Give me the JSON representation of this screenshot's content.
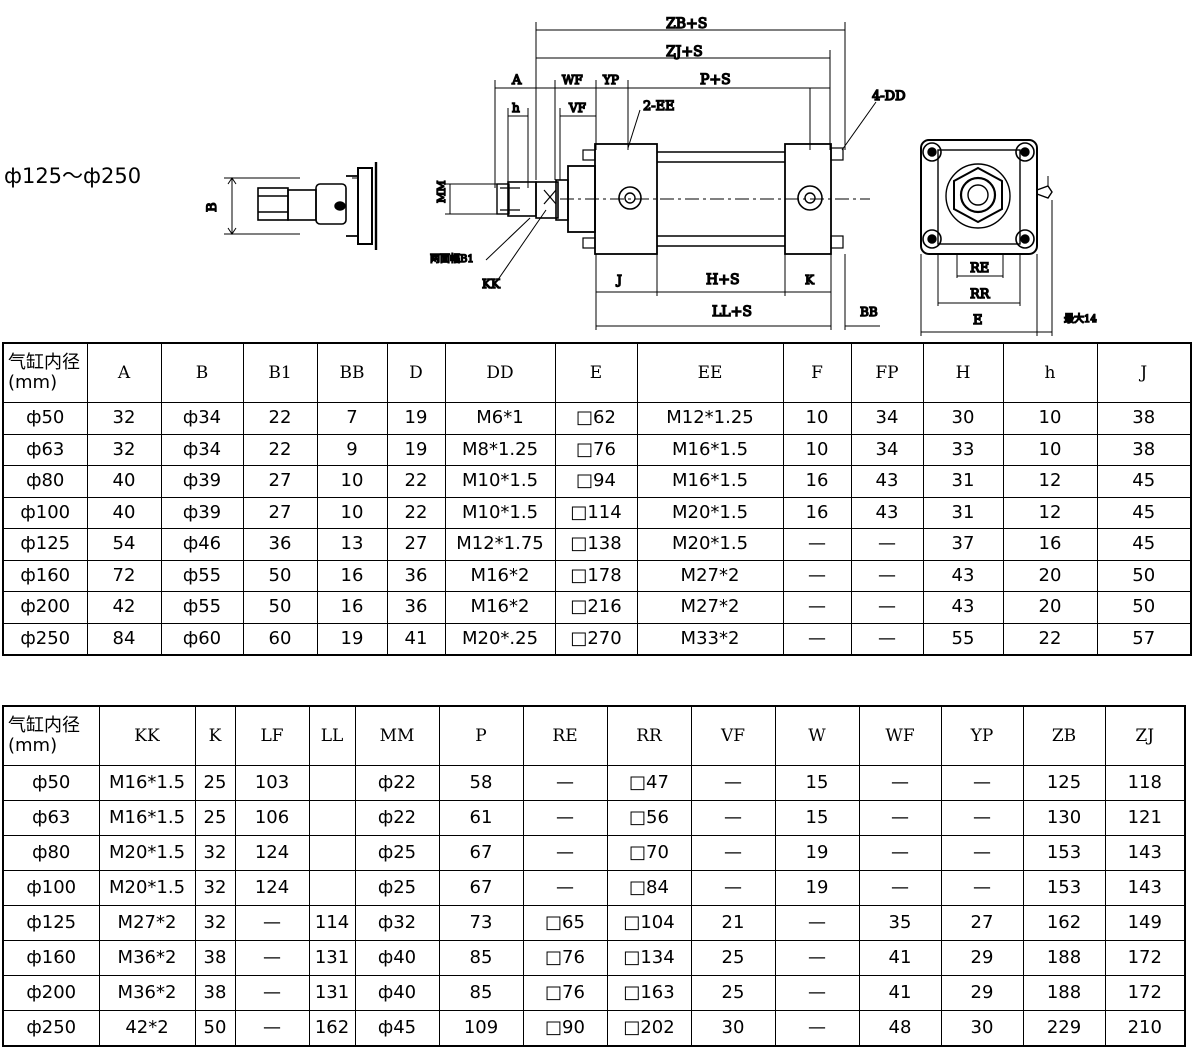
{
  "range_label": "ф125～ф250",
  "drawing_labels": {
    "zb_s": "ZB+S",
    "zj_s": "ZJ+S",
    "a": "A",
    "wf": "WF",
    "yp": "YP",
    "p_s": "P+S",
    "four_dd": "4-DD",
    "h_small": "h",
    "vf": "VF",
    "two_ee": "2-EE",
    "b": "B",
    "mm": "MM",
    "two_face_width": "两面幅B1",
    "kk": "KK",
    "j": "J",
    "h_s": "H+S",
    "k": "K",
    "ll_s": "LL+S",
    "bb": "BB",
    "re": "RE",
    "rr": "RR",
    "e": "E",
    "max14": "最大14"
  },
  "table1": {
    "headers": [
      "气缸内径(mm)",
      "A",
      "B",
      "B1",
      "BB",
      "D",
      "DD",
      "E",
      "EE",
      "F",
      "FP",
      "H",
      "h",
      "J"
    ],
    "rows": [
      [
        "ф50",
        "32",
        "ф34",
        "22",
        "7",
        "19",
        "M6*1",
        "□62",
        "M12*1.25",
        "10",
        "34",
        "30",
        "10",
        "38"
      ],
      [
        "ф63",
        "32",
        "ф34",
        "22",
        "9",
        "19",
        "M8*1.25",
        "□76",
        "M16*1.5",
        "10",
        "34",
        "33",
        "10",
        "38"
      ],
      [
        "ф80",
        "40",
        "ф39",
        "27",
        "10",
        "22",
        "M10*1.5",
        "□94",
        "M16*1.5",
        "16",
        "43",
        "31",
        "12",
        "45"
      ],
      [
        "ф100",
        "40",
        "ф39",
        "27",
        "10",
        "22",
        "M10*1.5",
        "□114",
        "M20*1.5",
        "16",
        "43",
        "31",
        "12",
        "45"
      ],
      [
        "ф125",
        "54",
        "ф46",
        "36",
        "13",
        "27",
        "M12*1.75",
        "□138",
        "M20*1.5",
        "—",
        "—",
        "37",
        "16",
        "45"
      ],
      [
        "ф160",
        "72",
        "ф55",
        "50",
        "16",
        "36",
        "M16*2",
        "□178",
        "M27*2",
        "—",
        "—",
        "43",
        "20",
        "50"
      ],
      [
        "ф200",
        "42",
        "ф55",
        "50",
        "16",
        "36",
        "M16*2",
        "□216",
        "M27*2",
        "—",
        "—",
        "43",
        "20",
        "50"
      ],
      [
        "ф250",
        "84",
        "ф60",
        "60",
        "19",
        "41",
        "M20*.25",
        "□270",
        "M33*2",
        "—",
        "—",
        "55",
        "22",
        "57"
      ]
    ]
  },
  "table2": {
    "headers": [
      "气缸内径(mm)",
      "KK",
      "K",
      "LF",
      "LL",
      "MM",
      "P",
      "RE",
      "RR",
      "VF",
      "W",
      "WF",
      "YP",
      "ZB",
      "ZJ"
    ],
    "rows": [
      [
        "ф50",
        "M16*1.5",
        "25",
        "103",
        "",
        "ф22",
        "58",
        "—",
        "□47",
        "—",
        "15",
        "—",
        "—",
        "125",
        "118"
      ],
      [
        "ф63",
        "M16*1.5",
        "25",
        "106",
        "",
        "ф22",
        "61",
        "—",
        "□56",
        "—",
        "15",
        "—",
        "—",
        "130",
        "121"
      ],
      [
        "ф80",
        "M20*1.5",
        "32",
        "124",
        "",
        "ф25",
        "67",
        "—",
        "□70",
        "—",
        "19",
        "—",
        "—",
        "153",
        "143"
      ],
      [
        "ф100",
        "M20*1.5",
        "32",
        "124",
        "",
        "ф25",
        "67",
        "—",
        "□84",
        "—",
        "19",
        "—",
        "—",
        "153",
        "143"
      ],
      [
        "ф125",
        "M27*2",
        "32",
        "—",
        "114",
        "ф32",
        "73",
        "□65",
        "□104",
        "21",
        "—",
        "35",
        "27",
        "162",
        "149"
      ],
      [
        "ф160",
        "M36*2",
        "38",
        "—",
        "131",
        "ф40",
        "85",
        "□76",
        "□134",
        "25",
        "—",
        "41",
        "29",
        "188",
        "172"
      ],
      [
        "ф200",
        "M36*2",
        "38",
        "—",
        "131",
        "ф40",
        "85",
        "□76",
        "□163",
        "25",
        "—",
        "41",
        "29",
        "188",
        "172"
      ],
      [
        "ф250",
        "42*2",
        "50",
        "—",
        "162",
        "ф45",
        "109",
        "□90",
        "□202",
        "30",
        "—",
        "48",
        "30",
        "229",
        "210"
      ]
    ]
  }
}
